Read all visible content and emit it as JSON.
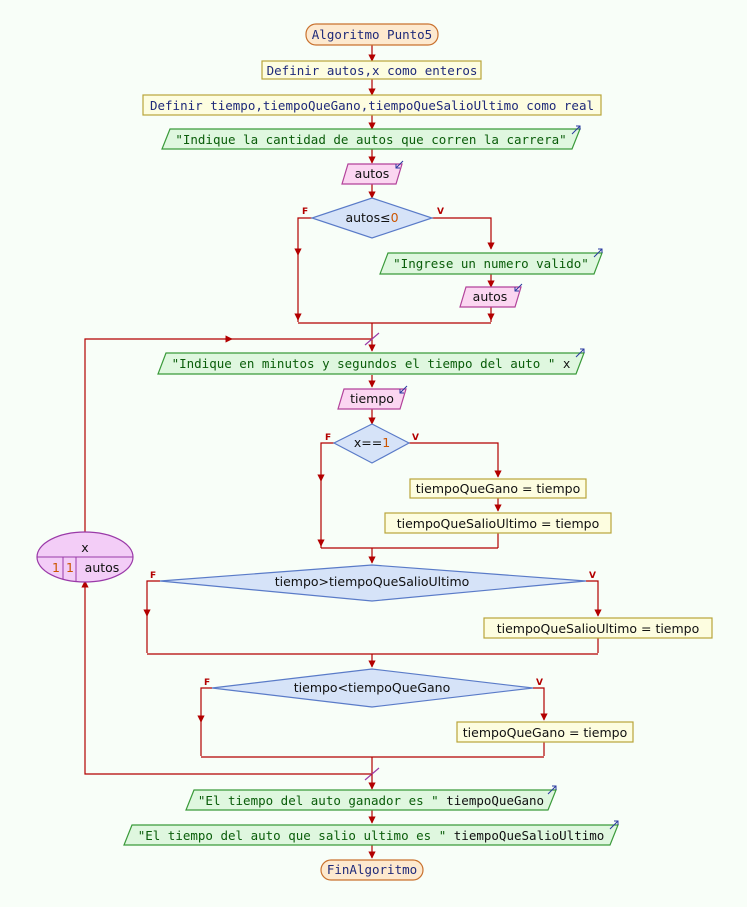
{
  "flowchart": {
    "start": "Algoritmo Punto5",
    "define_ints": {
      "kw1": "Definir",
      "vars": "autos,x",
      "kw2": "como enteros"
    },
    "define_reals": {
      "kw1": "Definir",
      "vars": "tiempo,tiempoQueGano,tiempoQueSalioUltimo",
      "kw2": "como real"
    },
    "out_ask_count": "\"Indique la cantidad de autos que corren la carrera\"",
    "read_autos": "autos",
    "cond_autos": {
      "lhs": "autos≤",
      "rhs": "0"
    },
    "out_invalid": "\"Ingrese un numero valido\"",
    "read_autos_again": "autos",
    "loop": {
      "var": "x",
      "start": "1",
      "step": "1",
      "end": "autos"
    },
    "out_ask_time": {
      "str": "\"Indique en minutos y segundos el tiempo del auto \"",
      "var": "x"
    },
    "read_tiempo": "tiempo",
    "cond_x": {
      "lhs": "x==",
      "rhs": "1"
    },
    "assign_gano_1": "tiempoQueGano = tiempo",
    "assign_ultimo_1": "tiempoQueSalioUltimo = tiempo",
    "cond_ultimo": "tiempo>tiempoQueSalioUltimo",
    "assign_ultimo_2": "tiempoQueSalioUltimo = tiempo",
    "cond_gano": "tiempo<tiempoQueGano",
    "assign_gano_2": "tiempoQueGano = tiempo",
    "out_winner": {
      "str": "\"El tiempo del auto ganador es \"",
      "var": "tiempoQueGano"
    },
    "out_last": {
      "str": "\"El tiempo del auto que salio ultimo es \"",
      "var": "tiempoQueSalioUltimo"
    },
    "end": "FinAlgoritmo",
    "branch_false": "F",
    "branch_true": "V"
  },
  "colors": {
    "edge": "#b30000",
    "terminal_fill": "#fde9cf",
    "terminal_stroke": "#c9722f",
    "process_fill": "#fdfde0",
    "process_stroke": "#b8a53a",
    "io_out_fill": "#dff7df",
    "io_out_stroke": "#3a9a3a",
    "io_in_fill": "#fbd6f1",
    "io_in_stroke": "#b2429a",
    "decision_fill": "#d6e3f8",
    "decision_stroke": "#5a7bc8",
    "loop_fill": "#f3cdf7",
    "loop_stroke": "#9a3aa8"
  }
}
